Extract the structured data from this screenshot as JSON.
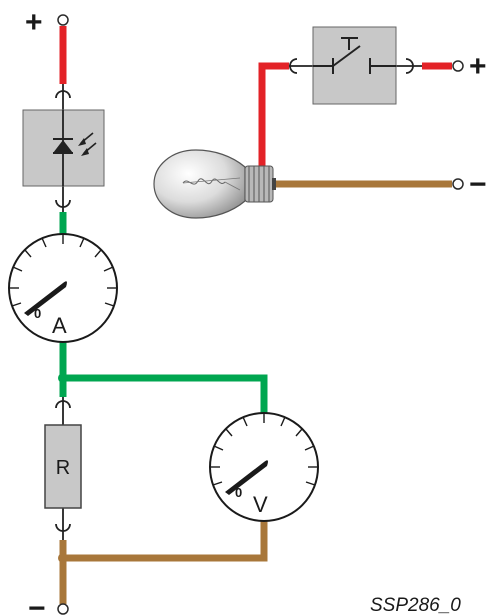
{
  "terminals": {
    "top_left_positive": "+",
    "bottom_left_negative": "−",
    "switch_positive": "+",
    "lamp_negative": "−"
  },
  "ammeter": {
    "letter": "A",
    "zero_mark": "0"
  },
  "voltmeter": {
    "letter": "V",
    "zero_mark": "0"
  },
  "resistor": {
    "label": "R"
  },
  "reference": {
    "code": "SSP286_0"
  },
  "components": {
    "photodiode": "photodiode-icon",
    "pushbutton_switch": "pushbutton-switch-icon",
    "lamp": "light-bulb-icon"
  },
  "colors": {
    "positive_wire": "#e32227",
    "measure_wire": "#00a650",
    "negative_wire": "#a8773a",
    "component_fill": "#c8c8c8"
  }
}
